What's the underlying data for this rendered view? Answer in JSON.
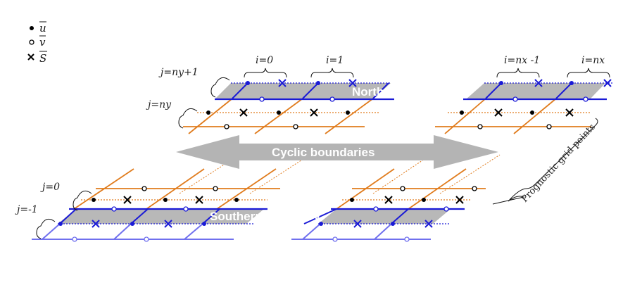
{
  "legend": {
    "u_symbol": "u",
    "v_symbol": "v",
    "s_symbol": "S"
  },
  "labels": {
    "i0": "i=0",
    "i1": "i=1",
    "inx_1": "i=nx -1",
    "inx": "i=nx",
    "j_ny1": "j=ny+1",
    "j_ny": "j=ny",
    "j0": "j=0",
    "j_1": "j=-1"
  },
  "bands": {
    "northern": "Northern boundary",
    "southern": "Southern boundary",
    "cyclic": "Cyclic boundaries"
  },
  "side": {
    "prognostic": "Prognostic grid points"
  },
  "colors": {
    "orange": "#e07b1c",
    "blue": "#1a1ad6",
    "light_blue": "#7070ee",
    "band_gray": "#b8b8b8",
    "arrow_gray": "#b4b4b4",
    "black": "#000000"
  }
}
